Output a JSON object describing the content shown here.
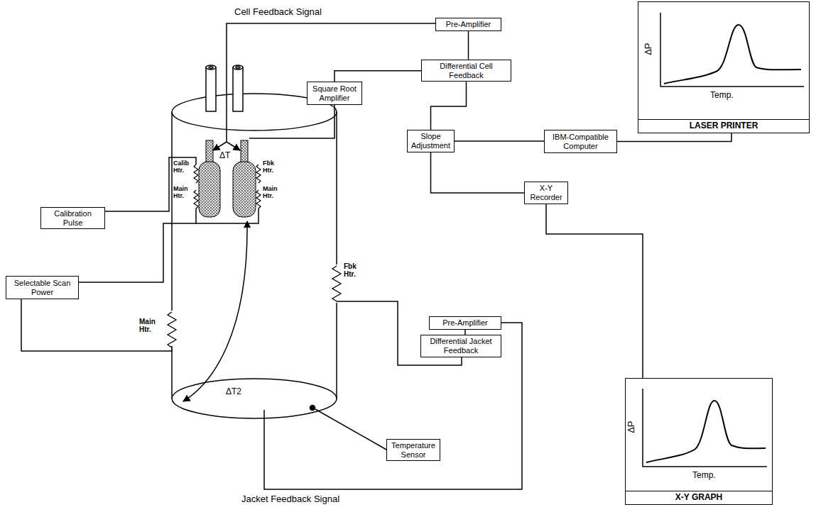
{
  "diagram": {
    "nodes": [
      {
        "text": [
          "Pre-Amplifier"
        ]
      },
      {
        "text": [
          "Differential Cell Feedback"
        ]
      },
      {
        "text": [
          "Square Root Amplifier"
        ]
      },
      {
        "text": [
          "Slope Adjustment"
        ]
      },
      {
        "text": [
          "IBM-Compatible Computer"
        ]
      },
      {
        "text": [
          "LASER PRINTER"
        ]
      },
      {
        "text": [
          "X-Y Recorder"
        ]
      },
      {
        "text": [
          "Calibration Pulse"
        ]
      },
      {
        "text": [
          "Selectable Scan Power"
        ]
      },
      {
        "text": [
          "Pre-Amplifier"
        ]
      },
      {
        "text": [
          "Differential Jacket Feedback"
        ]
      },
      {
        "text": [
          "Temperature Sensor"
        ]
      },
      {
        "text": [
          "X-Y GRAPH"
        ]
      }
    ],
    "edges": [
      {
        "from": 0,
        "to": 1,
        "arrow": "none"
      },
      {
        "from": 1,
        "to": 2,
        "arrow": "none"
      },
      {
        "from": 1,
        "to": 3,
        "arrow": "none"
      },
      {
        "from": 3,
        "to": 4,
        "arrow": "none"
      },
      {
        "from": 4,
        "to": 5,
        "arrow": "none"
      },
      {
        "from": 3,
        "to": 6,
        "arrow": "none"
      },
      {
        "from": 6,
        "to": 12,
        "arrow": "none"
      },
      {
        "from": 9,
        "to": 10,
        "arrow": "none"
      }
    ],
    "labels": [
      "Cell Feedback Signal",
      "Calib Htr.",
      "Main Htr.",
      "ΔT",
      "Fbk Htr.",
      "Main Htr.",
      "Main Htr.",
      "Fbk Htr.",
      "ΔT2",
      "Jacket Feedback Signal",
      "ΔP",
      "Temp.",
      "ΔP",
      "Temp."
    ]
  }
}
